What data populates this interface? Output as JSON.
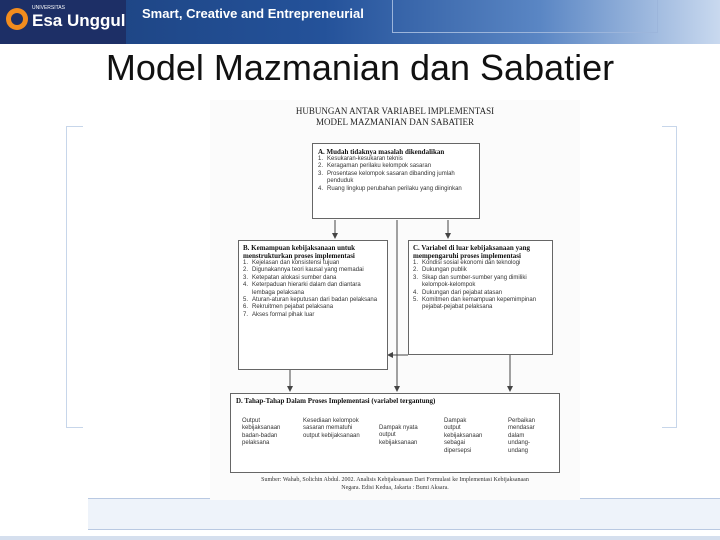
{
  "header": {
    "logo_small": "UNIVERSITAS",
    "logo_text": "Esa Unggul",
    "tagline": "Smart, Creative and Entrepreneurial"
  },
  "slide": {
    "title": "Model Mazmanian dan Sabatier"
  },
  "diagram": {
    "title_line1": "HUBUNGAN ANTAR VARIABEL IMPLEMENTASI",
    "title_line2": "MODEL MAZMANIAN DAN SABATIER",
    "box_a": {
      "heading": "A.  Mudah tidaknya masalah dikendalikan",
      "items": [
        {
          "num": "1.",
          "text": "Kesukaran-kesukaran teknis"
        },
        {
          "num": "2.",
          "text": "Keragaman perilaku kelompok sasaran"
        },
        {
          "num": "3.",
          "text": "Prosentase kelompok sasaran dibanding jumlah penduduk"
        },
        {
          "num": "4.",
          "text": "Ruang lingkup perubahan perilaku yang diinginkan"
        }
      ]
    },
    "box_b": {
      "heading": "B.  Kemampuan kebijaksanaan untuk menstrukturkan proses implementasi",
      "items": [
        {
          "num": "1.",
          "text": "Kejelasan dan konsistensi tujuan"
        },
        {
          "num": "2.",
          "text": "Digunakannya teori kausal yang memadai"
        },
        {
          "num": "3.",
          "text": "Ketepatan alokasi sumber dana"
        },
        {
          "num": "4.",
          "text": "Keterpaduan hierarki dalam dan diantara lembaga pelaksana"
        },
        {
          "num": "5.",
          "text": "Aturan-aturan keputusan dari badan pelaksana"
        },
        {
          "num": "6.",
          "text": "Rekruitmen pejabat pelaksana"
        },
        {
          "num": "7.",
          "text": "Akses formal pihak luar"
        }
      ]
    },
    "box_c": {
      "heading": "C.  Variabel di luar kebijaksanaan yang mempengaruhi proses implementasi",
      "items": [
        {
          "num": "1.",
          "text": "Kondisi sosial ekonomi dan teknologi"
        },
        {
          "num": "2.",
          "text": "Dukungan publik"
        },
        {
          "num": "3.",
          "text": "Sikap dan sumber-sumber yang dimiliki kelompok-kelompok"
        },
        {
          "num": "4.",
          "text": "Dukungan dari pejabat atasan"
        },
        {
          "num": "5.",
          "text": "Komitmen dan kemampuan kepemimpinan pejabat-pejabat pelaksana"
        }
      ]
    },
    "box_d": {
      "heading": "D.  Tahap-Tahap Dalam Proses Implementasi (variabel tergantung)",
      "stages": [
        "Output kebijaksanaan badan-badan pelaksana",
        "Kesediaan kelompok sasaran mematuhi output kebijaksanaan",
        "Dampak nyata output kebijaksanaan",
        "Dampak output kebijaksanaan sebagai dipersepsi",
        "Perbaikan mendasar dalam undang-undang"
      ]
    },
    "source_line1": "Sumber: Wahab, Solichin Abdul. 2002. Analisis Kebijaksanaan Dari Formulasi ke Implementasi Kebijaksanaan",
    "source_line2": "Negara. Edisi Kedua, Jakarta : Bumi Aksara."
  }
}
